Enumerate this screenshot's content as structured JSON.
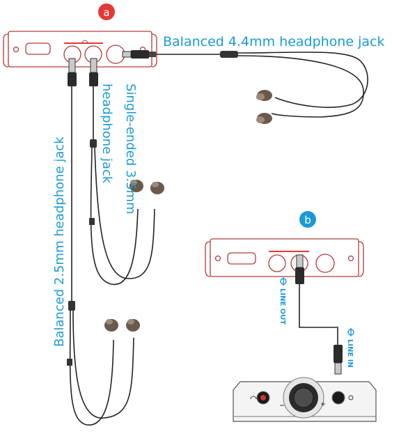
{
  "markers": {
    "a": "a",
    "b": "b"
  },
  "labels": {
    "balanced_44": "Balanced 4.4mm headphone jack",
    "single_ended_35_line1": "Single-ended 3.5mm",
    "single_ended_35_line2": "headphone jack",
    "balanced_25": "Balanced 2.5mm headphone jack",
    "line_out": "LINE OUT",
    "line_in": "LINE IN"
  },
  "colors": {
    "accent_blue": "#1a9bd7",
    "marker_red": "#e53935",
    "marker_blue": "#1a9bd7",
    "device_red": "#b23a3a",
    "cable_dark": "#222222"
  },
  "icons": [
    "headphone-icon",
    "connector-icon"
  ]
}
